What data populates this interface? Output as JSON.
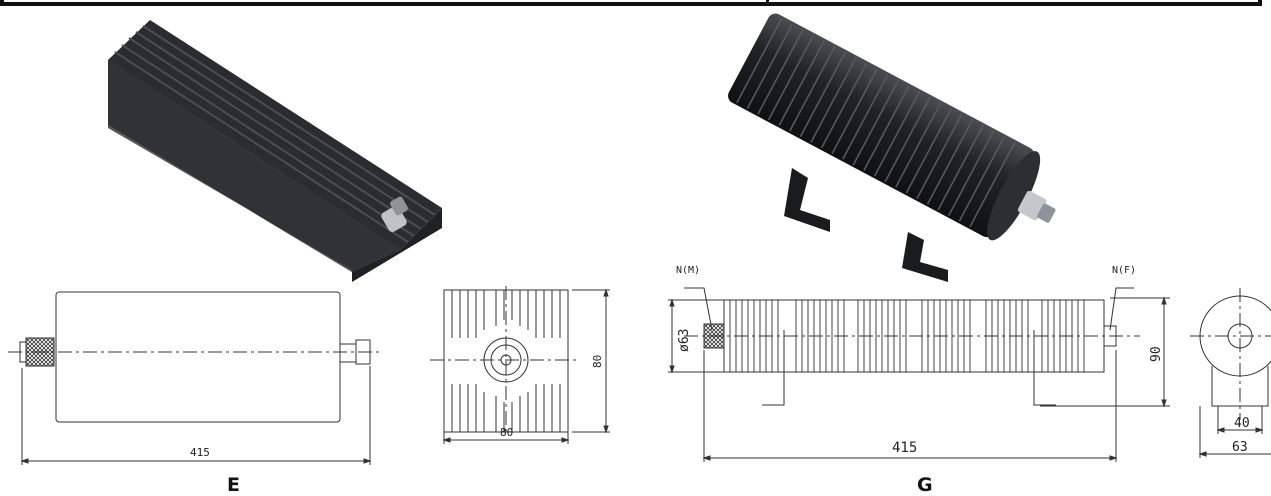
{
  "panel_e": {
    "caption": "E",
    "length_dim": "415",
    "width_dim": "80",
    "height_dim": "80"
  },
  "panel_g": {
    "caption": "G",
    "left_connector": "N(M)",
    "right_connector": "N(F)",
    "diameter_dim": "ø63",
    "height_dim": "90",
    "length_dim": "415",
    "bracket_width_dim": "40",
    "overall_width_dim": "63"
  },
  "colors": {
    "heatsink": "#2b2d30",
    "line": "#333333"
  }
}
